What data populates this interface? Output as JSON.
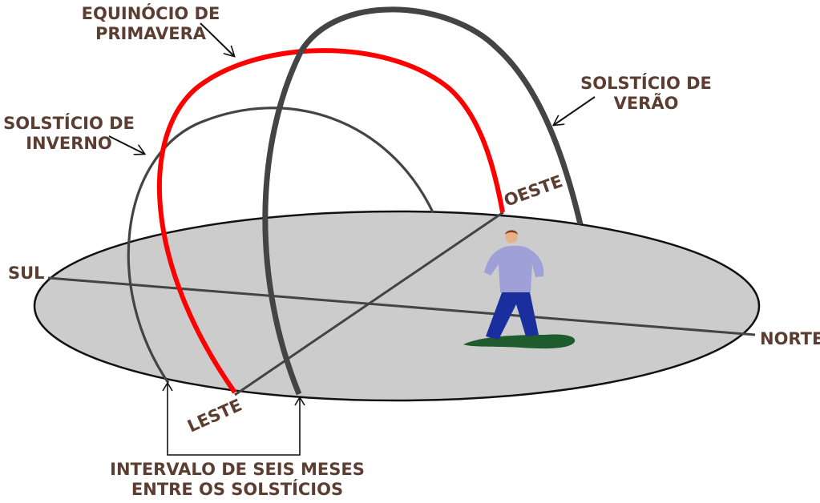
{
  "labels": {
    "equinox_line1": "EQUINÓCIO DE",
    "equinox_line2": "PRIMAVERA",
    "summer_line1": "SOLSTÍCIO DE",
    "summer_line2": "VERÃO",
    "winter_line1": "SOLSTÍCIO DE",
    "winter_line2": "INVERNO",
    "west": "OESTE",
    "east": "LESTE",
    "south": "SUL",
    "north": "NORTE",
    "interval_line1": "INTERVALO DE SEIS MESES",
    "interval_line2": "ENTRE OS SOLSTÍCIOS"
  },
  "colors": {
    "label_text": "#5b3e31",
    "equinox_arc": "#ff0000",
    "solstice_arc": "#444444",
    "ground": "#cccccc",
    "person_shirt": "#a0a0d8",
    "person_pants": "#1a2e9e",
    "person_shadow": "#1e5c2e"
  }
}
